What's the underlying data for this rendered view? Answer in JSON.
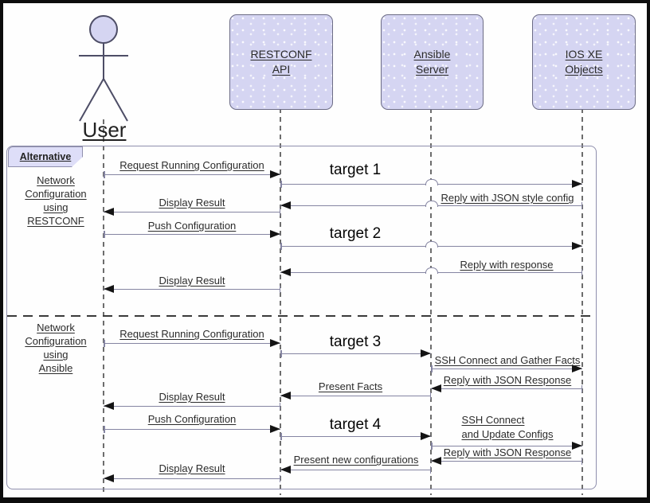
{
  "window": {
    "type": "uml-sequence-diagram"
  },
  "participants": [
    {
      "label": "User",
      "kind": "actor"
    },
    {
      "lines": [
        "RESTCONF",
        "API"
      ],
      "kind": "object"
    },
    {
      "lines": [
        "Ansible",
        "Server"
      ],
      "kind": "object"
    },
    {
      "lines": [
        "IOS XE",
        "Objects"
      ],
      "kind": "object"
    }
  ],
  "frame": {
    "label": "Alternative",
    "sections": [
      {
        "lines": [
          "Network",
          "Configuration",
          "using",
          "RESTCONF"
        ]
      },
      {
        "lines": [
          "Network",
          "Configuration",
          "using",
          "Ansible"
        ]
      }
    ]
  },
  "messages": [
    {
      "label": "Request Running Configuration",
      "from": "User",
      "to": "RESTCONF API"
    },
    {
      "label": "target 1",
      "from": "RESTCONF API",
      "to": "IOS XE Objects",
      "style": "target"
    },
    {
      "label": "Reply with JSON style config",
      "from": "IOS XE Objects",
      "to": "RESTCONF API"
    },
    {
      "label": "Display Result",
      "from": "RESTCONF API",
      "to": "User"
    },
    {
      "label": "Push Configuration",
      "from": "User",
      "to": "RESTCONF API"
    },
    {
      "label": "target 2",
      "from": "RESTCONF API",
      "to": "IOS XE Objects",
      "style": "target"
    },
    {
      "label": "Reply with response",
      "from": "IOS XE Objects",
      "to": "RESTCONF API"
    },
    {
      "label": "Display Result",
      "from": "RESTCONF API",
      "to": "User"
    },
    {
      "label": "Request Running Configuration",
      "from": "User",
      "to": "RESTCONF API"
    },
    {
      "label": "target 3",
      "from": "RESTCONF API",
      "to": "Ansible Server",
      "style": "target"
    },
    {
      "label": "SSH Connect and Gather Facts",
      "from": "Ansible Server",
      "to": "IOS XE Objects"
    },
    {
      "label": "Reply with JSON Response",
      "from": "IOS XE Objects",
      "to": "Ansible Server"
    },
    {
      "label": "Present Facts",
      "from": "Ansible Server",
      "to": "RESTCONF API"
    },
    {
      "label": "Display Result",
      "from": "RESTCONF API",
      "to": "User"
    },
    {
      "label": "Push Configuration",
      "from": "User",
      "to": "RESTCONF API"
    },
    {
      "label": "target 4",
      "from": "RESTCONF API",
      "to": "Ansible Server",
      "style": "target"
    },
    {
      "label_lines": [
        "SSH Connect",
        "and Update Configs"
      ],
      "from": "Ansible Server",
      "to": "IOS XE Objects"
    },
    {
      "label": "Reply with JSON Response",
      "from": "IOS XE Objects",
      "to": "Ansible Server"
    },
    {
      "label": "Present new configurations",
      "from": "Ansible Server",
      "to": "RESTCONF API"
    },
    {
      "label": "Display Result",
      "from": "RESTCONF API",
      "to": "User"
    }
  ],
  "colors": {
    "participant_fill": "#d5d5f2",
    "participant_border": "#6c6c85",
    "frame_border": "#8f8fad",
    "message_line": "#8585a2",
    "arrowhead": "#141414",
    "text": "#2b2b2b",
    "background": "#ffffff"
  }
}
